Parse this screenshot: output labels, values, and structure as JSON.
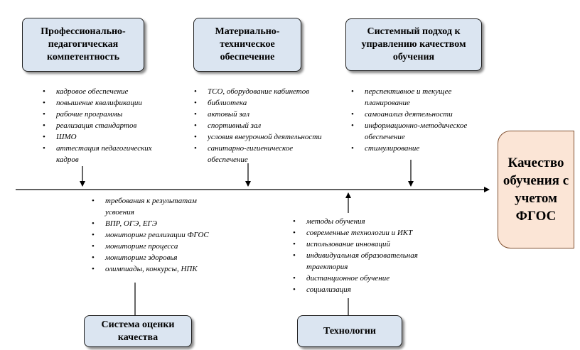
{
  "top_boxes": [
    {
      "title": "Профессионально-педагогическая компетентность",
      "items": [
        "кадровое обеспечение",
        "повышение квалификации",
        "рабочие программы",
        "реализация стандартов",
        "ШМО",
        "аттестация педагогических кадров"
      ]
    },
    {
      "title": "Материально-техническое обеспечение",
      "items": [
        "ТСО, оборудование кабинетов",
        "библиотека",
        "актовый зал",
        "спортивный зал",
        "условия внеурочной деятельности",
        "санитарно-гигиеническое обеспечение"
      ]
    },
    {
      "title": "Системный подход к управлению качеством обучения",
      "items": [
        "перспективное и текущее планирование",
        "самоанализ деятельности",
        "информационно-методическое обеспечение",
        "стимулирование"
      ]
    }
  ],
  "bottom_boxes": [
    {
      "title": "Система оценки качества",
      "items": [
        "требования к результатам усвоения",
        "ВПР, ОГЭ, ЕГЭ",
        "мониторинг реализации ФГОС",
        "мониторинг процесса",
        "мониторинг здоровья",
        "олимпиады, конкурсы, НПК"
      ]
    },
    {
      "title": "Технологии",
      "items": [
        "методы обучения",
        "современные технологии и ИКТ",
        "использование инноваций",
        "индивидуальная образовательная траектория",
        "дистанционное обучение",
        "социализация"
      ]
    }
  ],
  "result": {
    "title": "Качество обучения с учетом ФГОС"
  }
}
